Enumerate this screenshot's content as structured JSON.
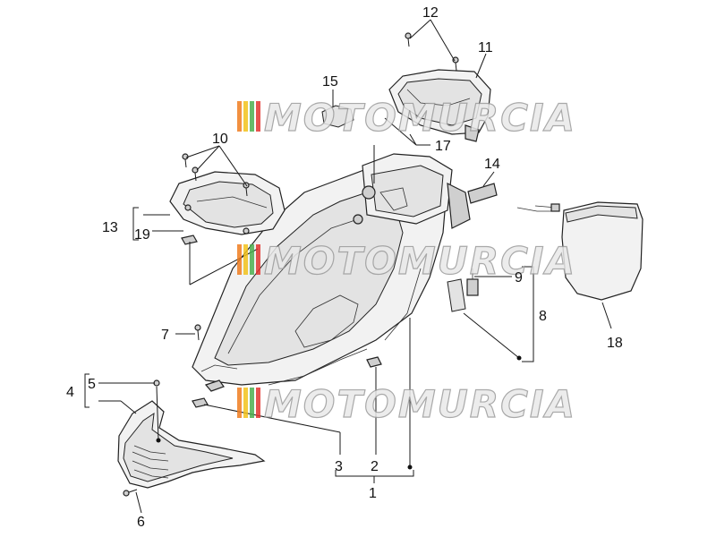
{
  "watermark": {
    "text": "MOTOMURCIA",
    "stripe_colors": [
      "#f07d1e",
      "#f3c21a",
      "#4caf50",
      "#e3342f",
      "#e3342f"
    ]
  },
  "callouts": {
    "c1": "1",
    "c2": "2",
    "c3": "3",
    "c4": "4",
    "c5": "5",
    "c6": "6",
    "c7": "7",
    "c8": "8",
    "c9": "9",
    "c10": "10",
    "c11": "11",
    "c12": "12",
    "c13": "13",
    "c14": "14",
    "c15": "15",
    "c17": "17",
    "c18": "18",
    "c19": "19"
  }
}
